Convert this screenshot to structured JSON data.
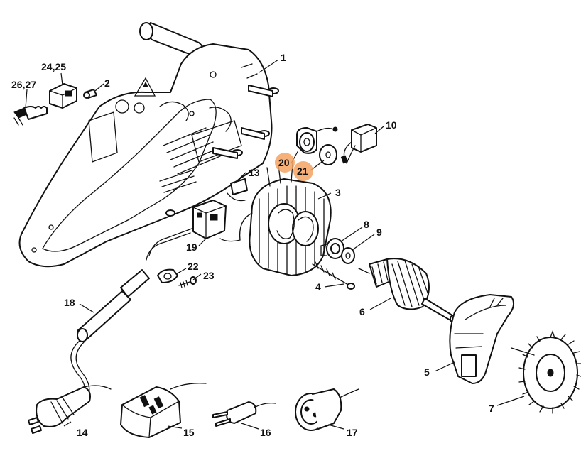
{
  "highlight_color": "#f4a261",
  "labels": {
    "p1": "1",
    "p2": "2",
    "p3": "3",
    "p4": "4",
    "p5": "5",
    "p6": "6",
    "p7": "7",
    "p8": "8",
    "p9": "9",
    "p10": "10",
    "p13": "13",
    "p14": "14",
    "p15": "15",
    "p16": "16",
    "p17": "17",
    "p18": "18",
    "p19": "19",
    "p20": "20",
    "p21": "21",
    "p22": "22",
    "p23": "23",
    "p24_25": "24,25",
    "p26_27": "26,27"
  }
}
